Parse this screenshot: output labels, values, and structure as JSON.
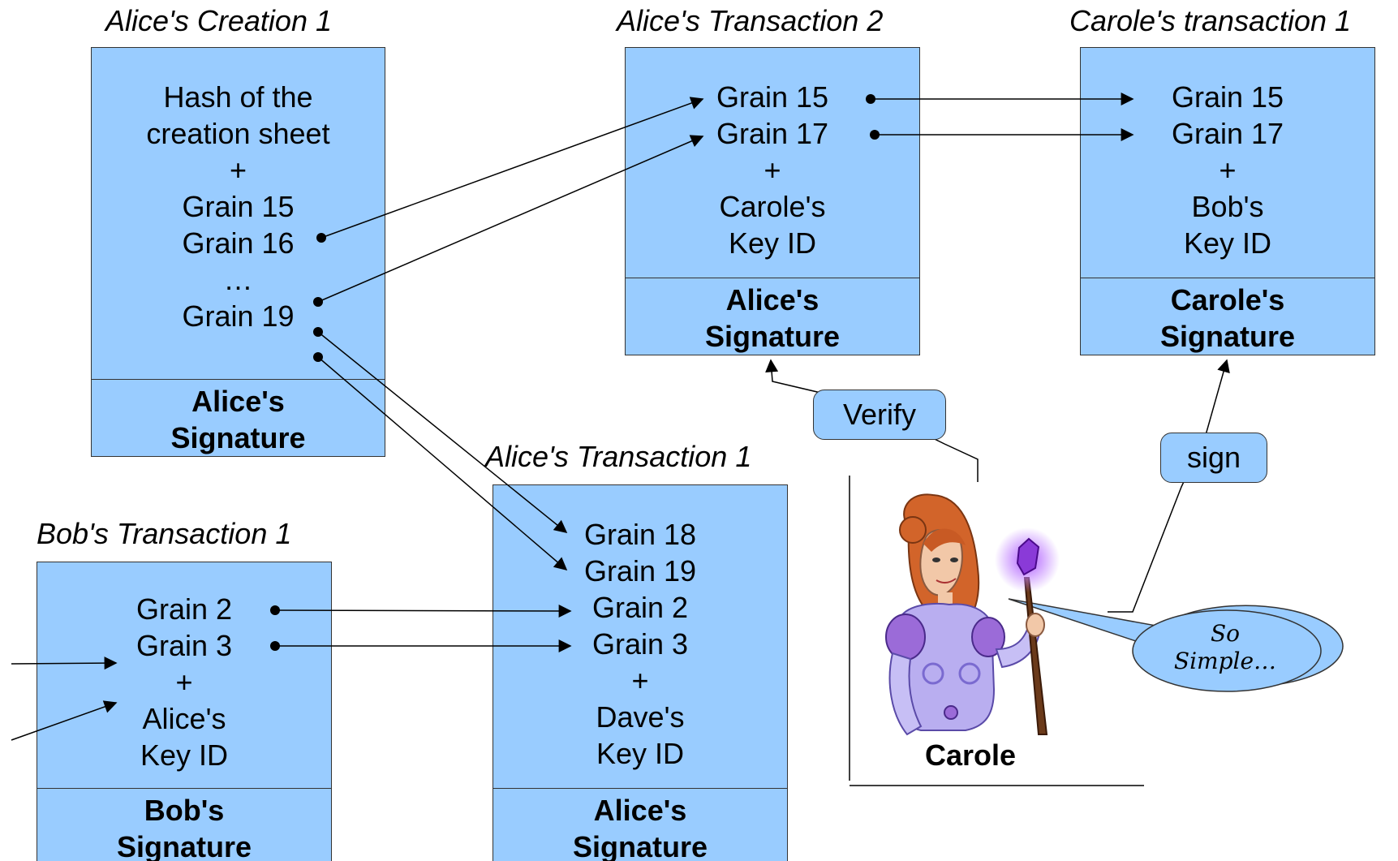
{
  "alice_creation_1": {
    "title": "Alice's Creation 1",
    "lines": [
      "Hash of the",
      "creation sheet",
      "+",
      "Grain 15",
      "Grain 16",
      "…",
      "Grain 19"
    ],
    "signature": [
      "Alice's",
      "Signature"
    ]
  },
  "alice_transaction_2": {
    "title": "Alice's Transaction 2",
    "lines": [
      "Grain 15",
      "Grain 17",
      "+",
      "Carole's",
      "Key ID"
    ],
    "signature": [
      "Alice's",
      "Signature"
    ]
  },
  "carole_transaction_1": {
    "title": "Carole's transaction 1",
    "lines": [
      "Grain 15",
      "Grain 17",
      "+",
      "Bob's",
      "Key ID"
    ],
    "signature": [
      "Carole's",
      "Signature"
    ]
  },
  "bob_transaction_1": {
    "title": "Bob's Transaction 1",
    "lines": [
      "Grain 2",
      "Grain 3",
      "+",
      "Alice's",
      "Key ID"
    ],
    "signature": [
      "Bob's",
      "Signature"
    ]
  },
  "alice_transaction_1": {
    "title": "Alice's Transaction 1",
    "lines": [
      "Grain 18",
      "Grain 19",
      "Grain 2",
      "Grain 3",
      "+",
      "Dave's",
      "Key ID"
    ],
    "signature": [
      "Alice's",
      "Signature"
    ]
  },
  "verify_label": "Verify",
  "sign_label": "sign",
  "carole_name": "Carole",
  "speech": [
    "So",
    "Simple…"
  ],
  "colors": {
    "box_fill": "#99ccff",
    "border": "#333333"
  }
}
